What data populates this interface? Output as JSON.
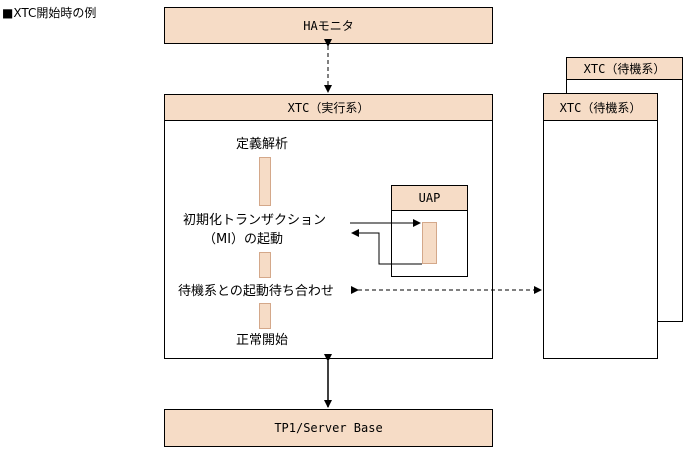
{
  "caption": "■XTC開始時の例",
  "ha_monitor": {
    "label": "HAモニタ"
  },
  "xtc_active": {
    "label": "XTC（実行系）"
  },
  "xtc_standby_back": {
    "label": "XTC（待機系）"
  },
  "xtc_standby_front": {
    "label": "XTC（待機系）"
  },
  "uap": {
    "label": "UAP"
  },
  "tp1": {
    "label": "TP1/Server Base"
  },
  "steps": {
    "definition_analysis": "定義解析",
    "init_transaction_line1": "初期化トランザクション",
    "init_transaction_line2": "（MI）の起動",
    "wait_standby": "待機系との起動待ち合わせ",
    "normal_start": "正常開始"
  },
  "colors": {
    "box_fill": "#f6dcc6",
    "line": "#000000"
  }
}
